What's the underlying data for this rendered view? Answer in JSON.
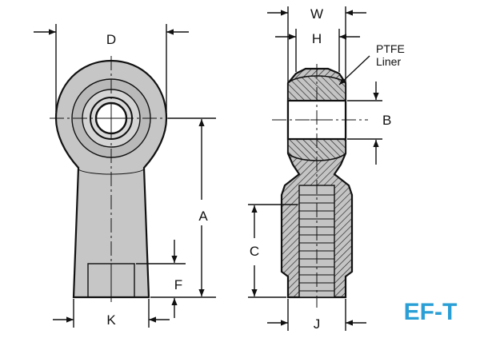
{
  "labels": {
    "d": "D",
    "w": "W",
    "h": "H",
    "a": "A",
    "b": "B",
    "c": "C",
    "f": "F",
    "k": "K",
    "j": "J",
    "liner_line1": "PTFE",
    "liner_line2": "Liner"
  },
  "model": "EF-T",
  "colors": {
    "body_gray": "#c6c6c6",
    "ring_gray": "#b9b9b9",
    "ball_gray": "#d9d9d9",
    "model_blue": "#2a9fd6"
  }
}
